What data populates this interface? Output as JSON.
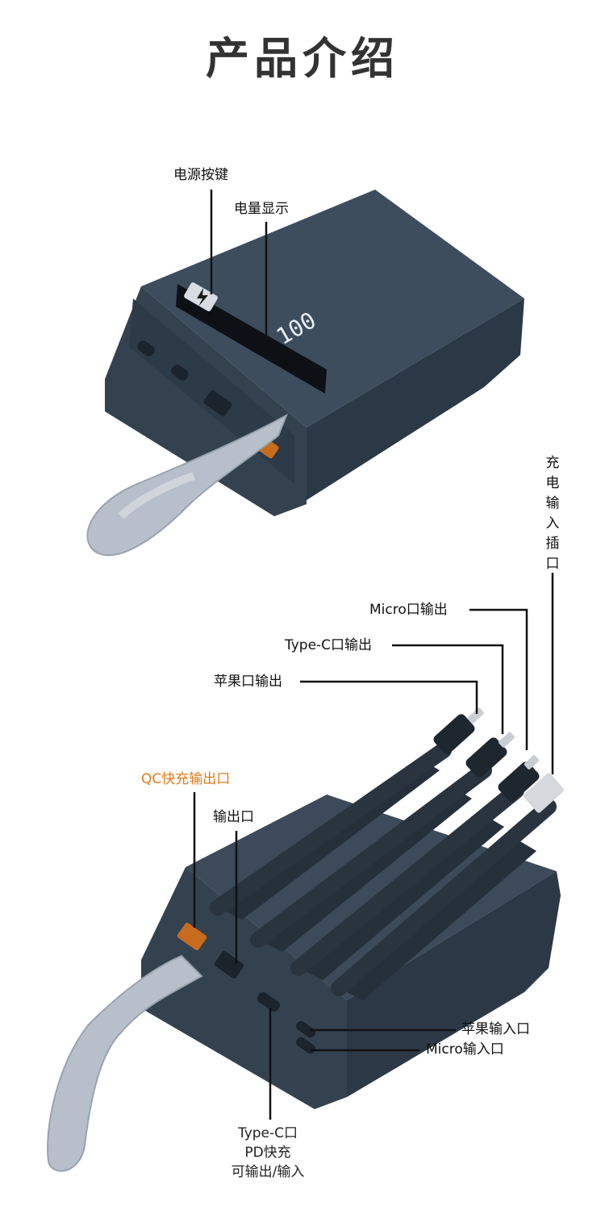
{
  "page": {
    "title": "产品介绍"
  },
  "top_callouts": {
    "power_button": "电源按键",
    "battery_display": "电量显示"
  },
  "display_readout": {
    "value": "100"
  },
  "right_vertical_label": [
    "充",
    "电",
    "输",
    "入",
    "插",
    "口"
  ],
  "cable_callouts": {
    "micro_out": "Micro口输出",
    "typec_out": "Type-C口输出",
    "apple_out": "苹果口输出"
  },
  "left_callouts": {
    "qc_fast": "QC快充输出口",
    "output_port": "输出口"
  },
  "side_callouts": {
    "apple_in": "苹果输入口",
    "micro_in": "Micro输入口"
  },
  "typec_port": {
    "line1": "Type-C口",
    "line2": "PD快充",
    "line3": "可输出/输入"
  },
  "colors": {
    "body": "#3a4a5a",
    "body_dark": "#25313d",
    "strap": "#b7bfca",
    "accent_orange": "#e07b1a"
  }
}
